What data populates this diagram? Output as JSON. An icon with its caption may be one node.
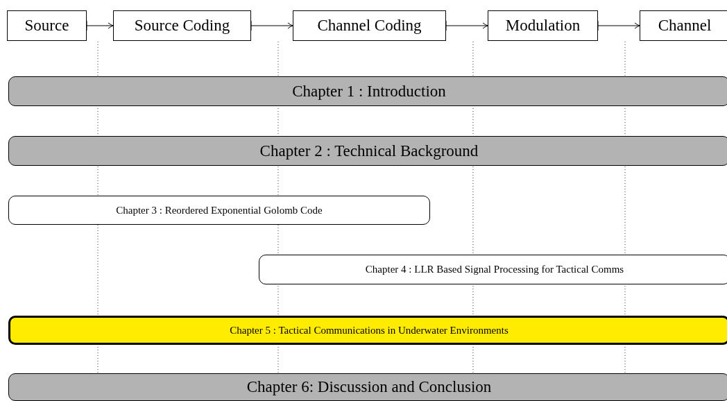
{
  "diagram": {
    "nodes": [
      {
        "text": [
          "Source"
        ]
      },
      {
        "text": [
          "Source Coding"
        ]
      },
      {
        "text": [
          "Channel Coding"
        ]
      },
      {
        "text": [
          "Modulation"
        ]
      },
      {
        "text": [
          "Channel"
        ]
      },
      {
        "text": [
          "Chapter 1 : Introduction"
        ]
      },
      {
        "text": [
          "Chapter 2 : Technical Background"
        ]
      },
      {
        "text": [
          "Chapter 3 : Reordered Exponential Golomb Code"
        ]
      },
      {
        "text": [
          "Chapter 4 : LLR Based Signal Processing for Tactical Comms"
        ]
      },
      {
        "text": [
          "Chapter 5 : Tactical Communications in Underwater Environments"
        ]
      },
      {
        "text": [
          "Chapter 6: Discussion and Conclusion"
        ]
      }
    ],
    "edges": [
      {
        "from": 0,
        "to": 1,
        "arrow": "to"
      },
      {
        "from": 1,
        "to": 2,
        "arrow": "to"
      },
      {
        "from": 2,
        "to": 3,
        "arrow": "to"
      },
      {
        "from": 3,
        "to": 4,
        "arrow": "to"
      }
    ]
  }
}
